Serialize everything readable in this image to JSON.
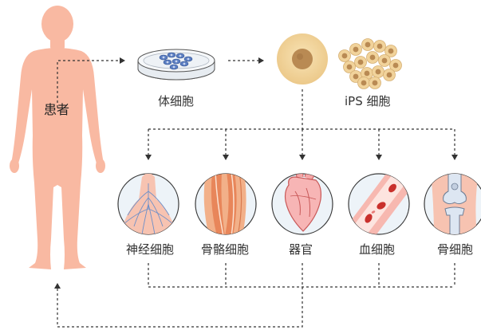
{
  "labels": {
    "patient": "患者",
    "somatic_cell": "体细胞",
    "ips_cell": "iPS 细胞"
  },
  "targets": [
    {
      "label": "神经细胞",
      "icon": "nerve-cell-icon"
    },
    {
      "label": "骨骼细胞",
      "icon": "skeletal-muscle-icon"
    },
    {
      "label": "器官",
      "icon": "heart-organ-icon"
    },
    {
      "label": "血细胞",
      "icon": "blood-vessel-icon"
    },
    {
      "label": "骨细胞",
      "icon": "knee-bone-icon"
    }
  ],
  "colors": {
    "body": "#f9b9a2",
    "arrow": "#333333",
    "cell_outer": "#f1d39b",
    "cell_nucleus": "#b98a53",
    "dish_cells": "#5b7ec2",
    "circle_bg": "#edf3f8",
    "circle_border": "#3a3a3a"
  }
}
